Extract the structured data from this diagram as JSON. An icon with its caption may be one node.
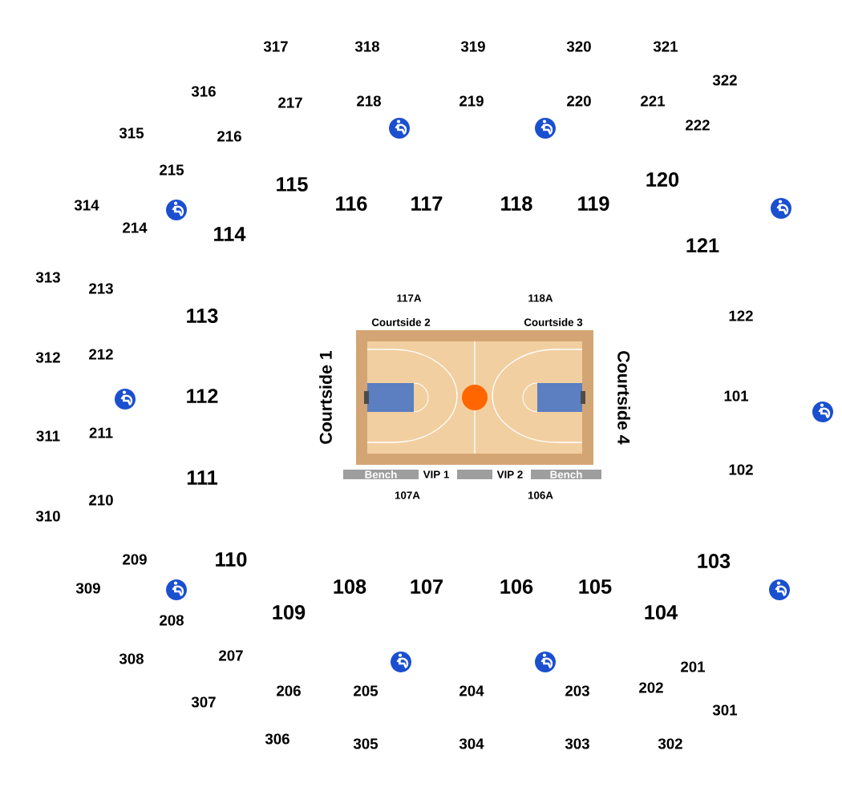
{
  "diagram": {
    "nodes": [
      {
        "text": [
          "Bench"
        ]
      },
      {
        "text": [],
        "shape": "bar"
      },
      {
        "text": [
          "Bench"
        ]
      }
    ],
    "labels": [
      "317",
      "318",
      "319",
      "320",
      "321",
      "322",
      "316",
      "217",
      "218",
      "219",
      "220",
      "221",
      "222",
      "315",
      "216",
      "215",
      "115",
      "120",
      "314",
      "116",
      "117",
      "118",
      "119",
      "214",
      "114",
      "121",
      "313",
      "213",
      "117A",
      "118A",
      "113",
      "122",
      "Courtside 2",
      "Courtside 3",
      "312",
      "212",
      "Courtside 1",
      "112",
      "Courtside 4",
      "101",
      "311",
      "211",
      "102",
      "111",
      "VIP 1",
      "VIP 2",
      "107A",
      "106A",
      "310",
      "210",
      "209",
      "110",
      "103",
      "309",
      "108",
      "107",
      "106",
      "105",
      "109",
      "208",
      "104",
      "308",
      "207",
      "201",
      "206",
      "205",
      "204",
      "203",
      "202",
      "307",
      "301",
      "306",
      "305",
      "304",
      "303",
      "302"
    ]
  }
}
